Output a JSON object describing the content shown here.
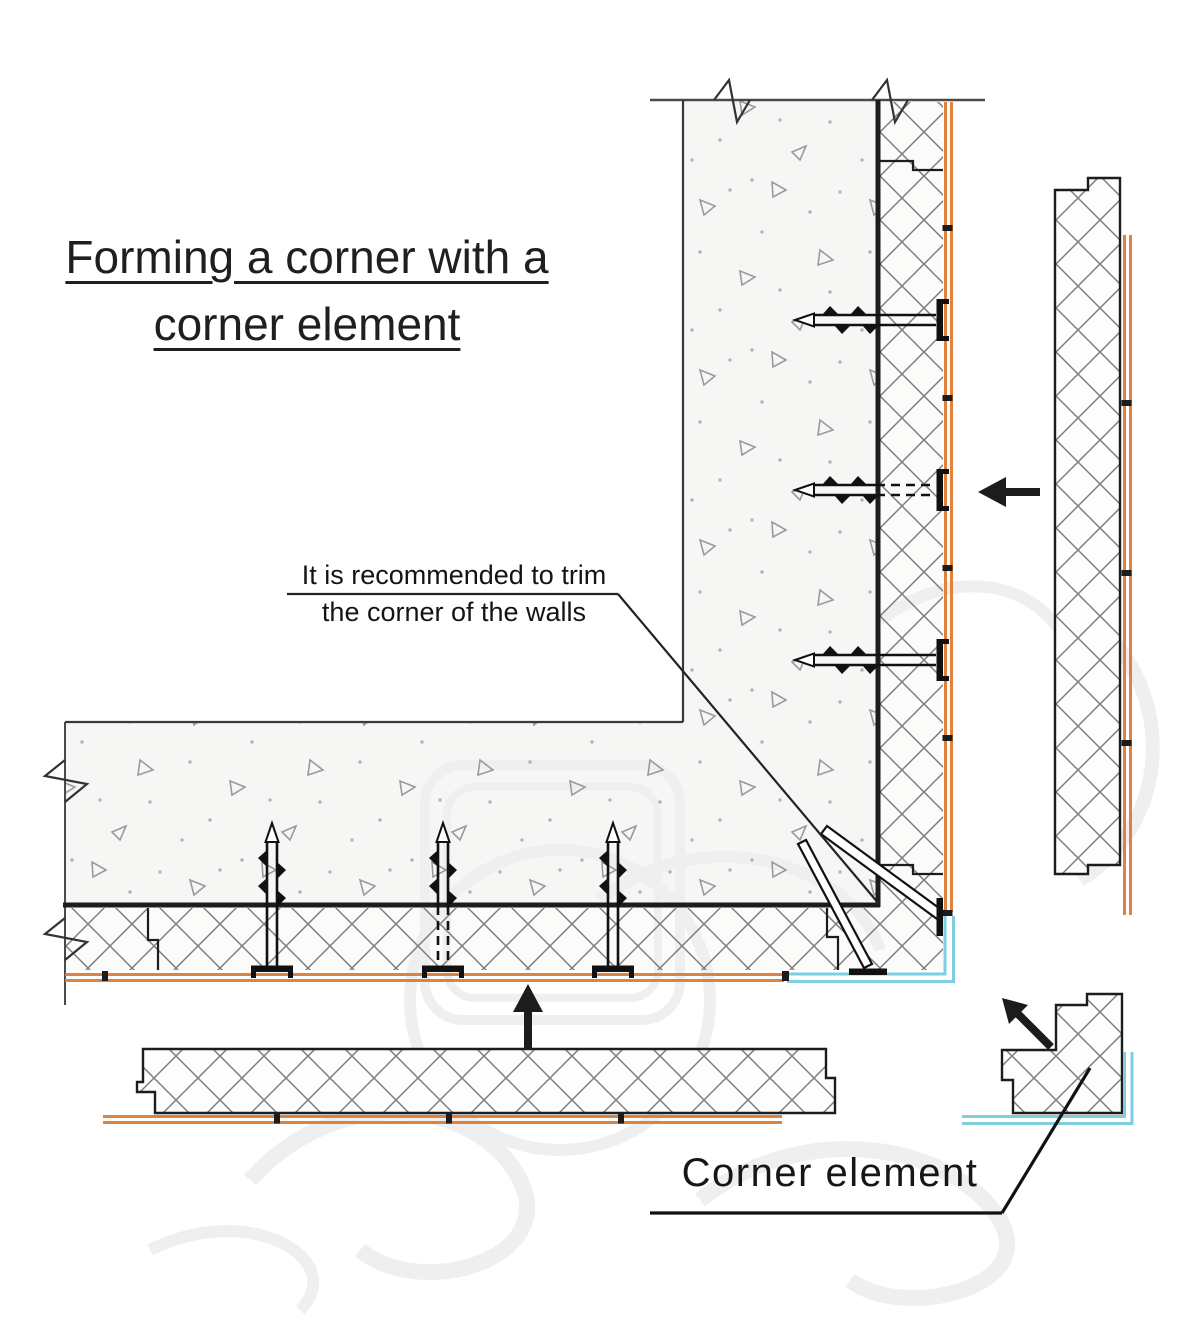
{
  "title": {
    "line1": "Forming a corner with a",
    "line2": "corner element"
  },
  "annotation": {
    "line1": "It is recommended to trim",
    "line2": "the corner of the walls"
  },
  "labels": {
    "corner_element": "Corner element"
  },
  "colors": {
    "facing_strip_orange": "#E1813B",
    "corner_element_cyan": "#7FCEDF",
    "line_dark": "#1C1C1C",
    "hatch_gray": "#7D7D7D",
    "concrete_fill": "#F6F6F5",
    "watermark_gray": "#EFEFEF",
    "background": "#FFFFFF"
  }
}
